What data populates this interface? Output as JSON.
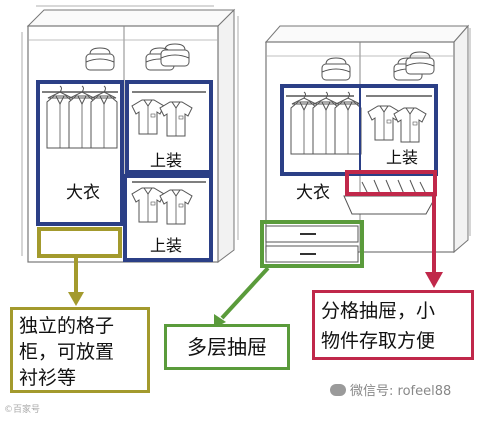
{
  "labels": {
    "left_coat": "大衣",
    "left_top_upper": "上装",
    "left_top_lower": "上装",
    "right_coat": "大衣",
    "right_top": "上装"
  },
  "callouts": {
    "yellow_line1": "独立的格子",
    "yellow_line2": "柜，可放置",
    "yellow_line3": "衬衫等",
    "green": "多层抽屉",
    "red_line1": "分格抽屉，小",
    "red_line2": "物件存取方便"
  },
  "watermark": {
    "main": "微信号: rofeel88",
    "bottom_left": "©百家号"
  },
  "colors": {
    "navy": "#2b3f86",
    "olive": "#a39a2d",
    "green": "#5a9b3b",
    "crimson": "#c0284a",
    "line": "#666666"
  }
}
